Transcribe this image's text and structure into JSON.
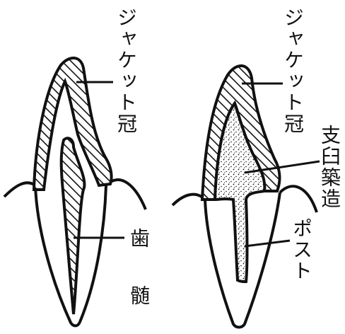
{
  "labels": {
    "left_crown": "ジャケット冠",
    "right_crown": "ジャケット冠",
    "pulp": "歯 髄",
    "abutment": "支臼築造",
    "post": "ポスト"
  },
  "colors": {
    "ink": "#111111",
    "background": "#ffffff"
  }
}
